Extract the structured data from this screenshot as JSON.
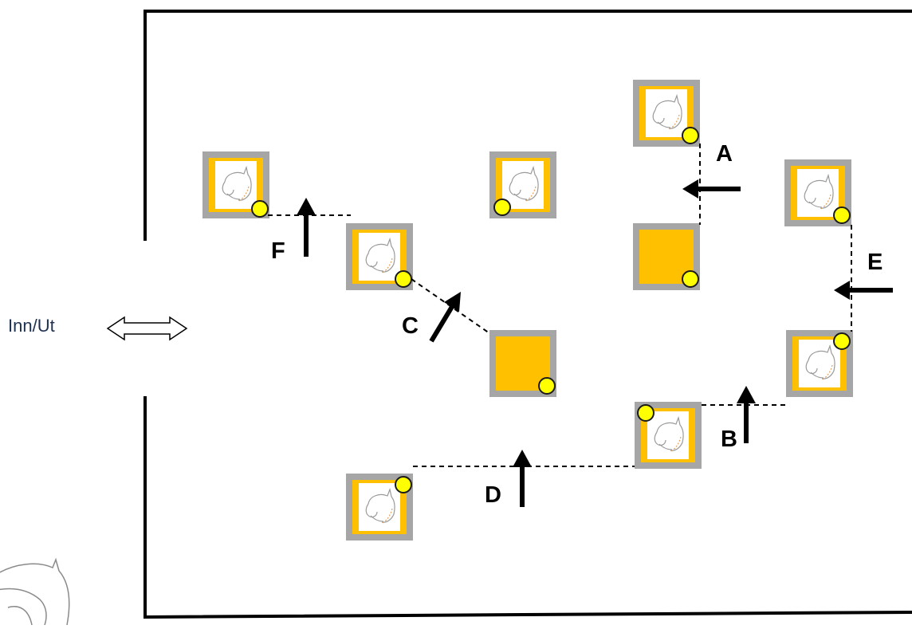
{
  "gate": {
    "label": "Inn/Ut"
  },
  "marker_letters": {
    "A": "A",
    "B": "B",
    "C": "C",
    "D": "D",
    "E": "E",
    "F": "F"
  },
  "colors": {
    "frame_gray": "#a6a6a6",
    "jump_orange": "#ffc000",
    "pole_yellow": "#ffff00",
    "line_black": "#000000"
  },
  "icons": {
    "jump_logo": "horse-head-logo",
    "pole_end": "yellow-circle",
    "direction": "arrow",
    "gate": "double-arrow"
  }
}
